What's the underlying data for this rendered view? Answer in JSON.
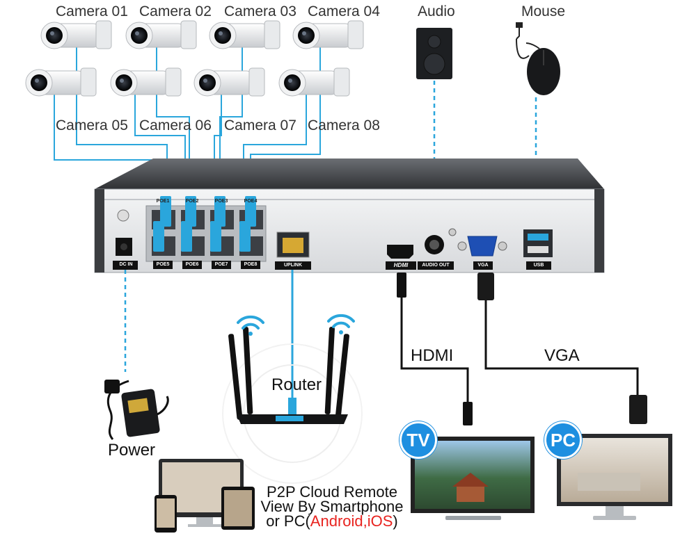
{
  "cameras": [
    {
      "label": "Camera 01"
    },
    {
      "label": "Camera 02"
    },
    {
      "label": "Camera 03"
    },
    {
      "label": "Camera 04"
    },
    {
      "label": "Camera 05"
    },
    {
      "label": "Camera 06"
    },
    {
      "label": "Camera 07"
    },
    {
      "label": "Camera 08"
    }
  ],
  "peripherals": {
    "audio": "Audio",
    "mouse": "Mouse",
    "power": "Power",
    "router": "Router",
    "hdmi": "HDMI",
    "vga": "VGA",
    "tv_badge": "TV",
    "pc_badge": "PC"
  },
  "nvr_ports": {
    "dc_in": "DC IN",
    "poe_bottom": [
      "POE5",
      "POE6",
      "POE7",
      "POE8"
    ],
    "poe_top": [
      "POE1",
      "POE2",
      "POE3",
      "POE4"
    ],
    "uplink": "UPLINK",
    "hdmi": "HDMI",
    "audio_out": "AUDIO OUT",
    "vga": "VGA",
    "usb": "USB"
  },
  "p2p": {
    "line1": "P2P Cloud Remote",
    "line2": "View By Smartphone",
    "line3_prefix": "or PC(",
    "line3_red": "Android,iOS",
    "line3_suffix": ")"
  },
  "colors": {
    "cable_blue": "#2aa6dc",
    "nvr_body": "#4a4d52",
    "badge_blue": "#1e8fe0",
    "accent_red": "#e8231f"
  }
}
